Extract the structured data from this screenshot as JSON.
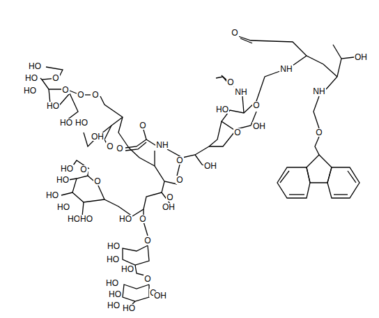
{
  "diagram": {
    "labels": [
      "O",
      "OH",
      "NH",
      "NH",
      "O",
      "O",
      "NH",
      "HO",
      "O",
      "OH",
      "O",
      "NH",
      "O",
      "O",
      "OH",
      "O",
      "HO",
      "HO",
      "O",
      "HO",
      "O",
      "HO",
      "O",
      "O",
      "HO",
      "HO",
      "OH",
      "O",
      "O",
      "HO",
      "O",
      "HO",
      "O",
      "HO",
      "HO",
      "HO",
      "HO",
      "O",
      "OH",
      "HO",
      "O",
      "HO",
      "O",
      "HO",
      "HO",
      "O",
      "HO",
      "O",
      "HO",
      "OH",
      "HO",
      "HO"
    ]
  }
}
